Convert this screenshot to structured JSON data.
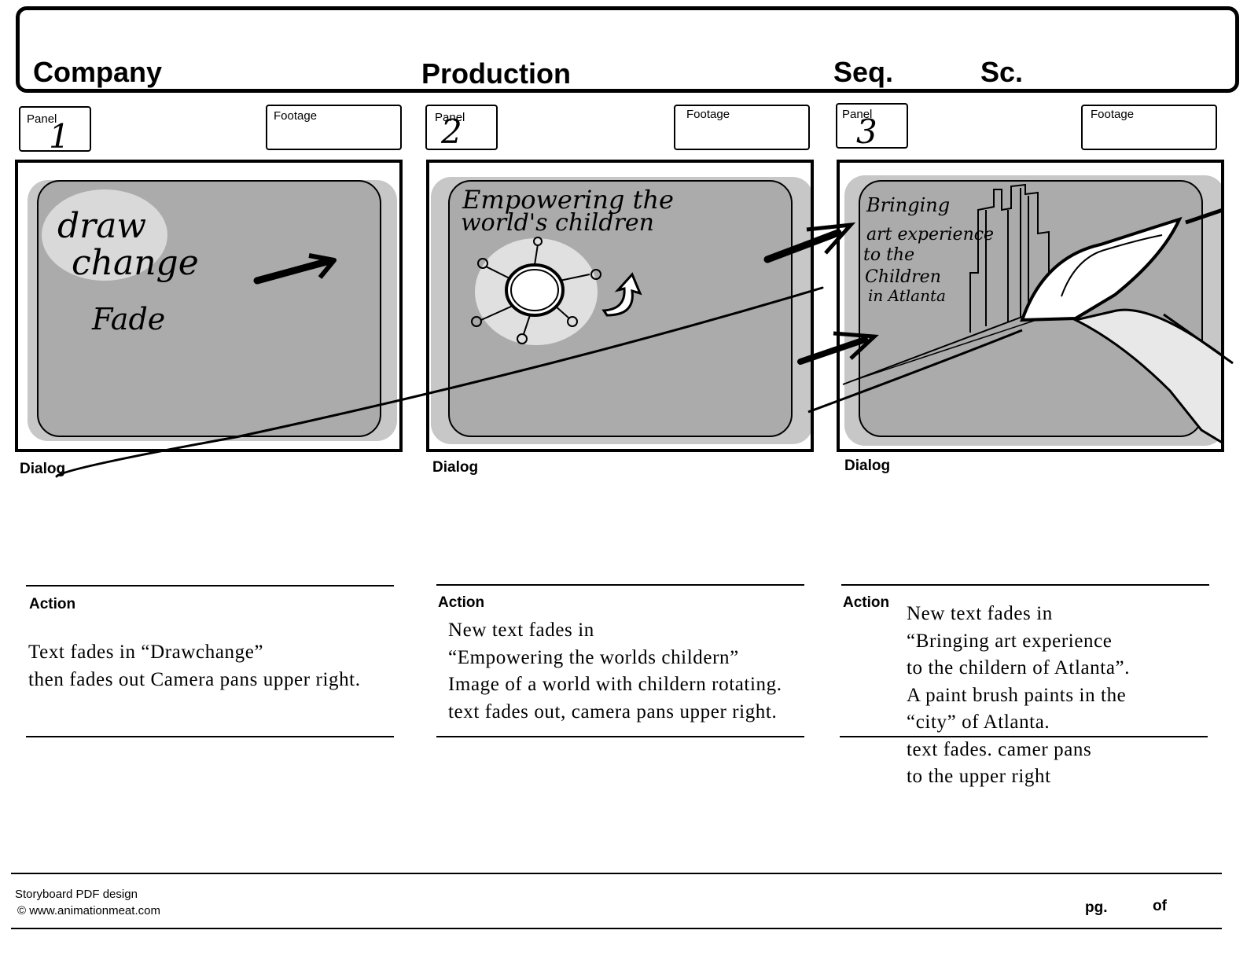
{
  "header": {
    "company_label": "Company",
    "production_label": "Production",
    "seq_label": "Seq.",
    "sc_label": "Sc."
  },
  "panels": [
    {
      "panel_label": "Panel",
      "panel_number": "1",
      "footage_label": "Footage",
      "dialog_label": "Dialog",
      "action_label": "Action",
      "sketch_text": [
        "draw",
        "change",
        "Fade"
      ],
      "action_lines": [
        "Text fades in “Drawchange”",
        "then fades out Camera pans upper right."
      ]
    },
    {
      "panel_label": "Panel",
      "panel_number": "2",
      "footage_label": "Footage",
      "dialog_label": "Dialog",
      "action_label": "Action",
      "sketch_text": [
        "Empowering the",
        "world's children"
      ],
      "action_lines": [
        "New text fades in",
        "“Empowering the worlds childern”",
        "Image of a world with childern rotating.",
        "text fades out, camera pans upper right."
      ]
    },
    {
      "panel_label": "Panel",
      "panel_number": "3",
      "footage_label": "Footage",
      "dialog_label": "Dialog",
      "action_label": "Action",
      "sketch_text": [
        "Bringing",
        "art experience",
        "to the",
        "Children",
        "in Atlanta"
      ],
      "action_lines": [
        "New text fades in",
        "“Bringing art experience",
        "to the childern of Atlanta”.",
        "A paint brush paints in the",
        "“city” of Atlanta.",
        "text fades. camer pans",
        "to the upper right"
      ]
    }
  ],
  "footer": {
    "credit_line1": "Storyboard PDF design",
    "credit_line2": "© www.animationmeat.com",
    "page_label": "pg.",
    "of_label": "of"
  }
}
